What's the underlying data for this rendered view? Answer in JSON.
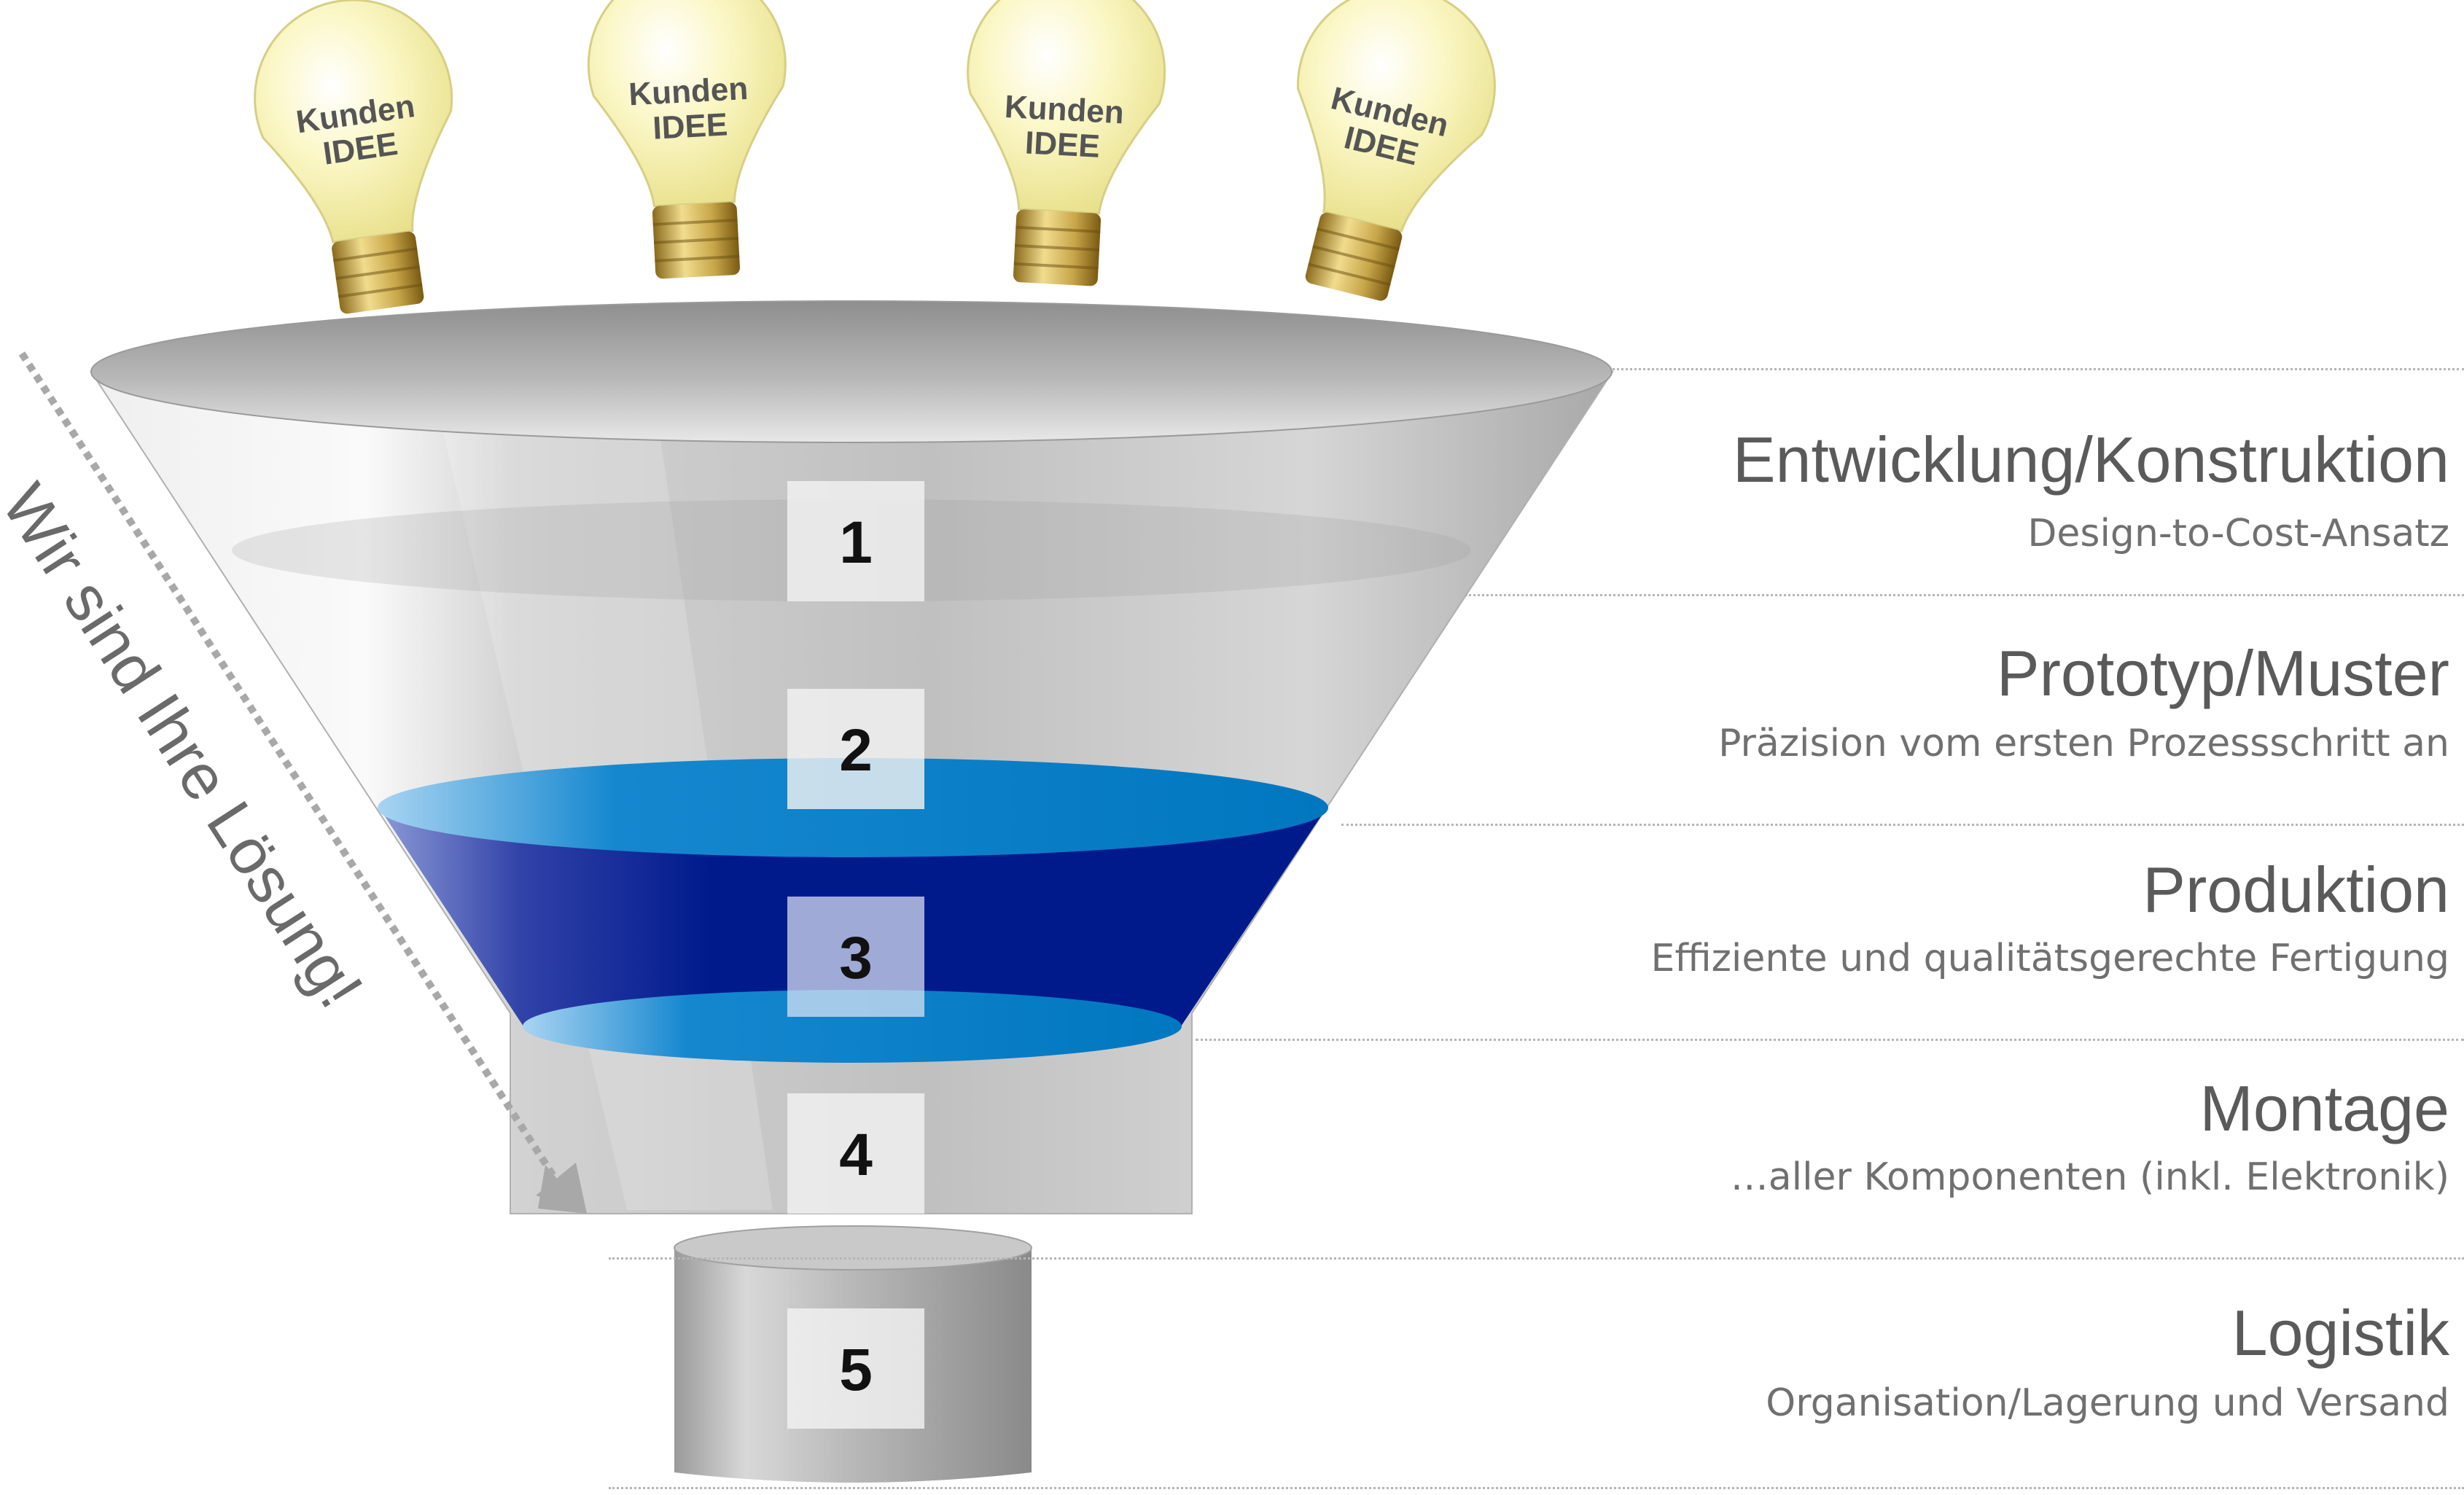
{
  "bulbs": [
    {
      "line1": "Kunden",
      "line2": "IDEE"
    },
    {
      "line1": "Kunden",
      "line2": "IDEE"
    },
    {
      "line1": "Kunden",
      "line2": "IDEE"
    },
    {
      "line1": "Kunden",
      "line2": "IDEE"
    }
  ],
  "slogan": "Wir sind Ihre Lösung!",
  "steps": [
    {
      "number": "1",
      "title": "Entwicklung/Konstruktion",
      "subtitle": "Design-to-Cost-Ansatz"
    },
    {
      "number": "2",
      "title": "Prototyp/Muster",
      "subtitle": "Präzision vom ersten Prozessschritt an"
    },
    {
      "number": "3",
      "title": "Produktion",
      "subtitle": "Effiziente und qualitätsgerechte Fertigung"
    },
    {
      "number": "4",
      "title": "Montage",
      "subtitle": "…aller Komponenten (inkl. Elektronik)"
    },
    {
      "number": "5",
      "title": "Logistik",
      "subtitle": "Organisation/Lagerung und Versand"
    }
  ],
  "colors": {
    "highlight_band": "#001a8c",
    "highlight_ellipse": "#0077c0",
    "funnel_gray": "#c4c4c4",
    "bulb_glass": "#fbf7c6",
    "bulb_base": "#c8a64a"
  }
}
